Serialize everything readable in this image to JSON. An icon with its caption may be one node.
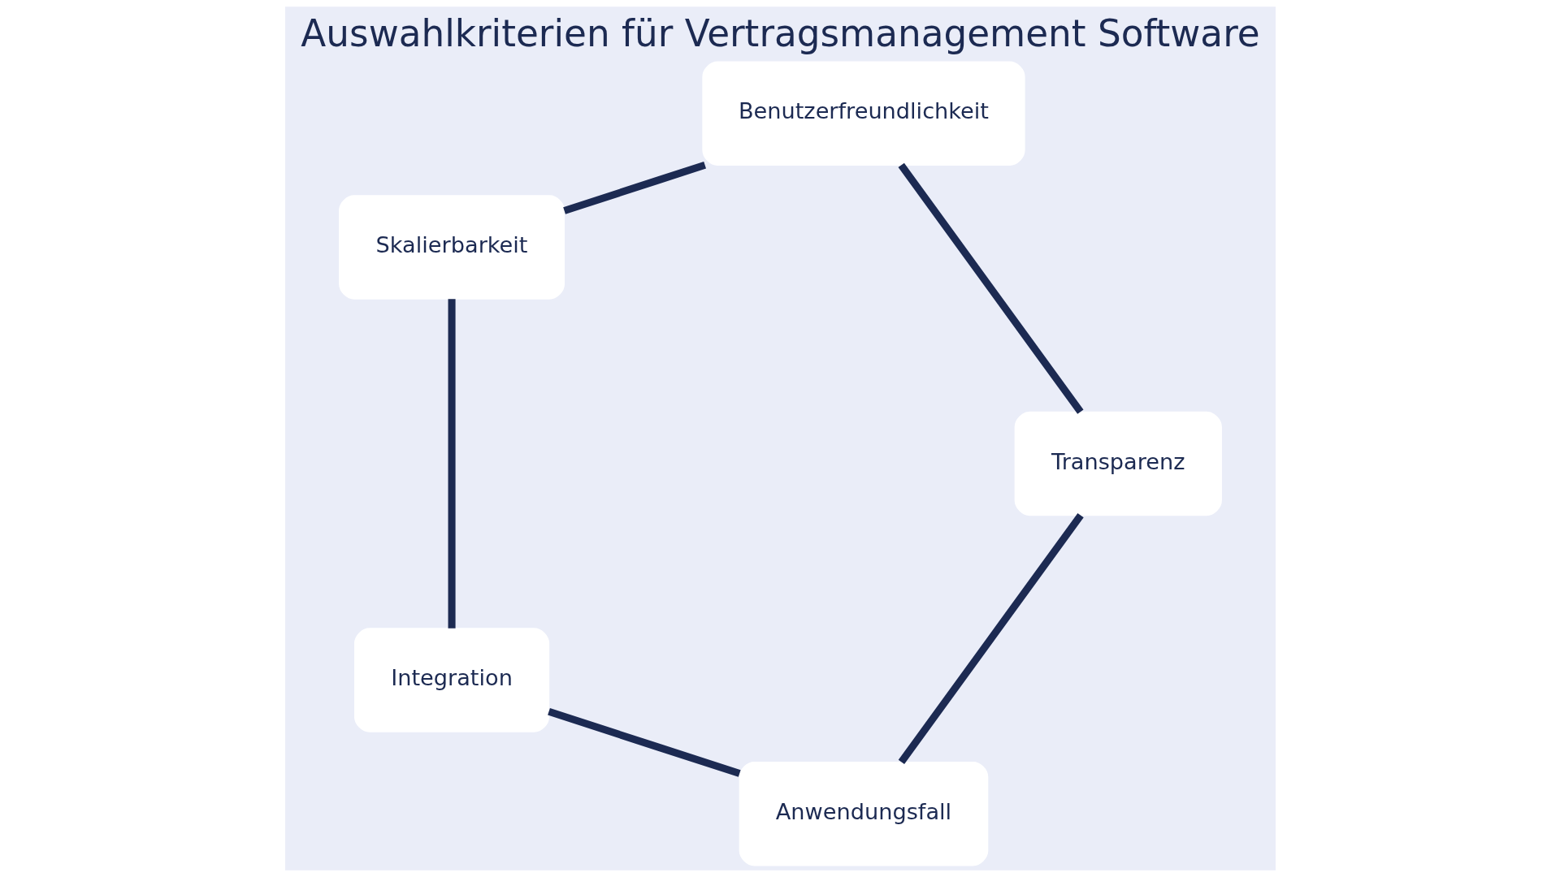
{
  "diagram": {
    "title": "Auswahlkriterien für Vertragsmanagement Software",
    "nodes": [
      {
        "text": [
          "Anwendungsfall"
        ]
      },
      {
        "text": [
          "Integration"
        ]
      },
      {
        "text": [
          "Transparenz"
        ]
      },
      {
        "text": [
          "Skalierbarkeit"
        ]
      },
      {
        "text": [
          "Benutzerfreundlichkeit"
        ]
      }
    ],
    "edges": [
      {
        "from": 0,
        "to": 1,
        "arrow": "none"
      },
      {
        "from": 1,
        "to": 3,
        "arrow": "none"
      },
      {
        "from": 3,
        "to": 4,
        "arrow": "none"
      },
      {
        "from": 4,
        "to": 2,
        "arrow": "none"
      },
      {
        "from": 2,
        "to": 0,
        "arrow": "none"
      }
    ]
  }
}
